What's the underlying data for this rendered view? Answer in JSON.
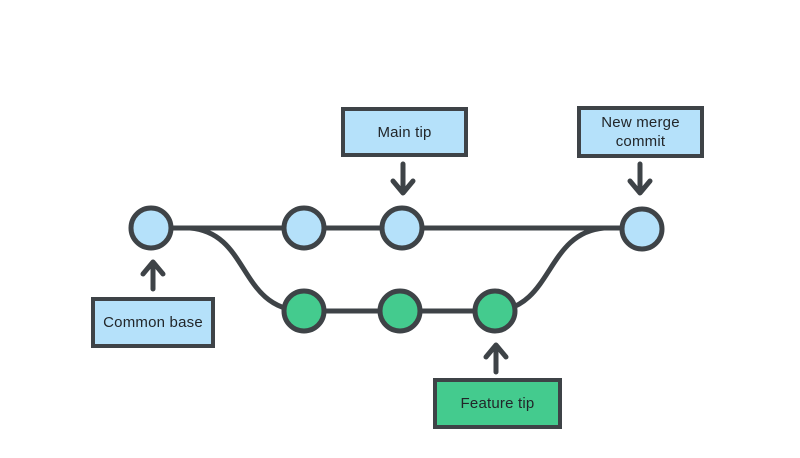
{
  "diagram": {
    "title": "git-merge-branch-diagram",
    "labels": {
      "main_tip": "Main tip",
      "new_merge_commit": "New merge commit",
      "common_base": "Common base",
      "feature_tip": "Feature tip"
    },
    "colors": {
      "node_blue": "#b5e1fa",
      "node_green": "#44cb8e",
      "stroke": "#3e4347",
      "background": "#ffffff",
      "text": "#222629"
    },
    "branches": {
      "main": {
        "node_color": "#b5e1fa",
        "nodes": [
          "common-base",
          "main-commit-2",
          "main-tip",
          "new-merge-commit"
        ]
      },
      "feature": {
        "node_color": "#44cb8e",
        "nodes": [
          "feature-commit-1",
          "feature-commit-2",
          "feature-tip"
        ]
      }
    }
  }
}
